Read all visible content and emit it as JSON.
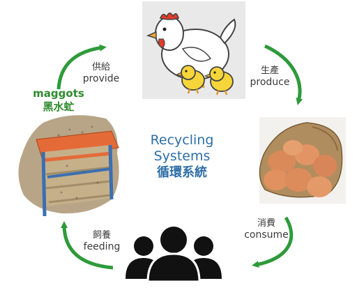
{
  "center": {
    "line1": "Recycling",
    "line2": "Systems",
    "line3": "循環系統"
  },
  "labels": {
    "produce": {
      "zh": "生產",
      "en": "produce"
    },
    "consume": {
      "zh": "消費",
      "en": "consume"
    },
    "feeding": {
      "zh": "飼養",
      "en": "feeding"
    },
    "provide": {
      "zh": "供給",
      "en": "provide"
    },
    "maggots": {
      "en": "maggots",
      "zh": "黑水虻"
    }
  },
  "colors": {
    "arrow": "#2e9a3a",
    "title": "#2e6ea6",
    "maggots": "#2e8b2e"
  },
  "icons": [
    "chicken-icon",
    "eggs-icon",
    "people-icon",
    "maggot-tray-icon"
  ]
}
